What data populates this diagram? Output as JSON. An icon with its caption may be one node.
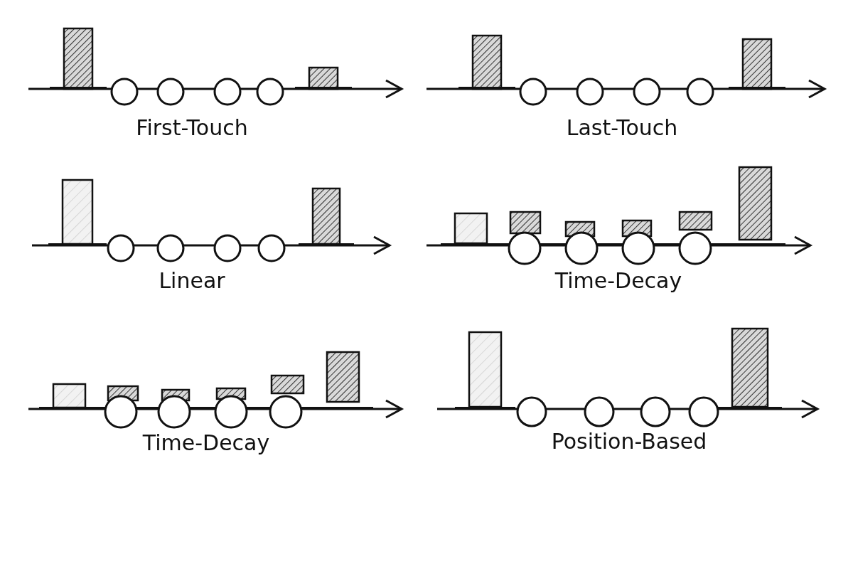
{
  "diagram": {
    "labels": [
      "First-Touch",
      "Last-Touch",
      "Linear",
      "Time-Decay",
      "Time-Decay",
      "Position-Based"
    ]
  }
}
